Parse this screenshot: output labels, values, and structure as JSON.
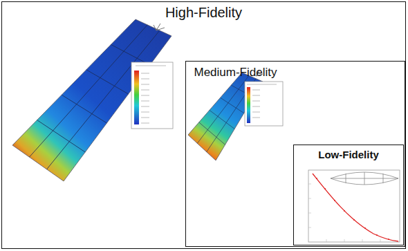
{
  "diagram": {
    "nodes": [
      {
        "text": [
          "High-Fidelity"
        ]
      },
      {
        "text": [
          "Medium-Fidelity"
        ],
        "in": 0
      },
      {
        "text": [
          "Low-Fidelity"
        ],
        "in": 1
      }
    ]
  }
}
